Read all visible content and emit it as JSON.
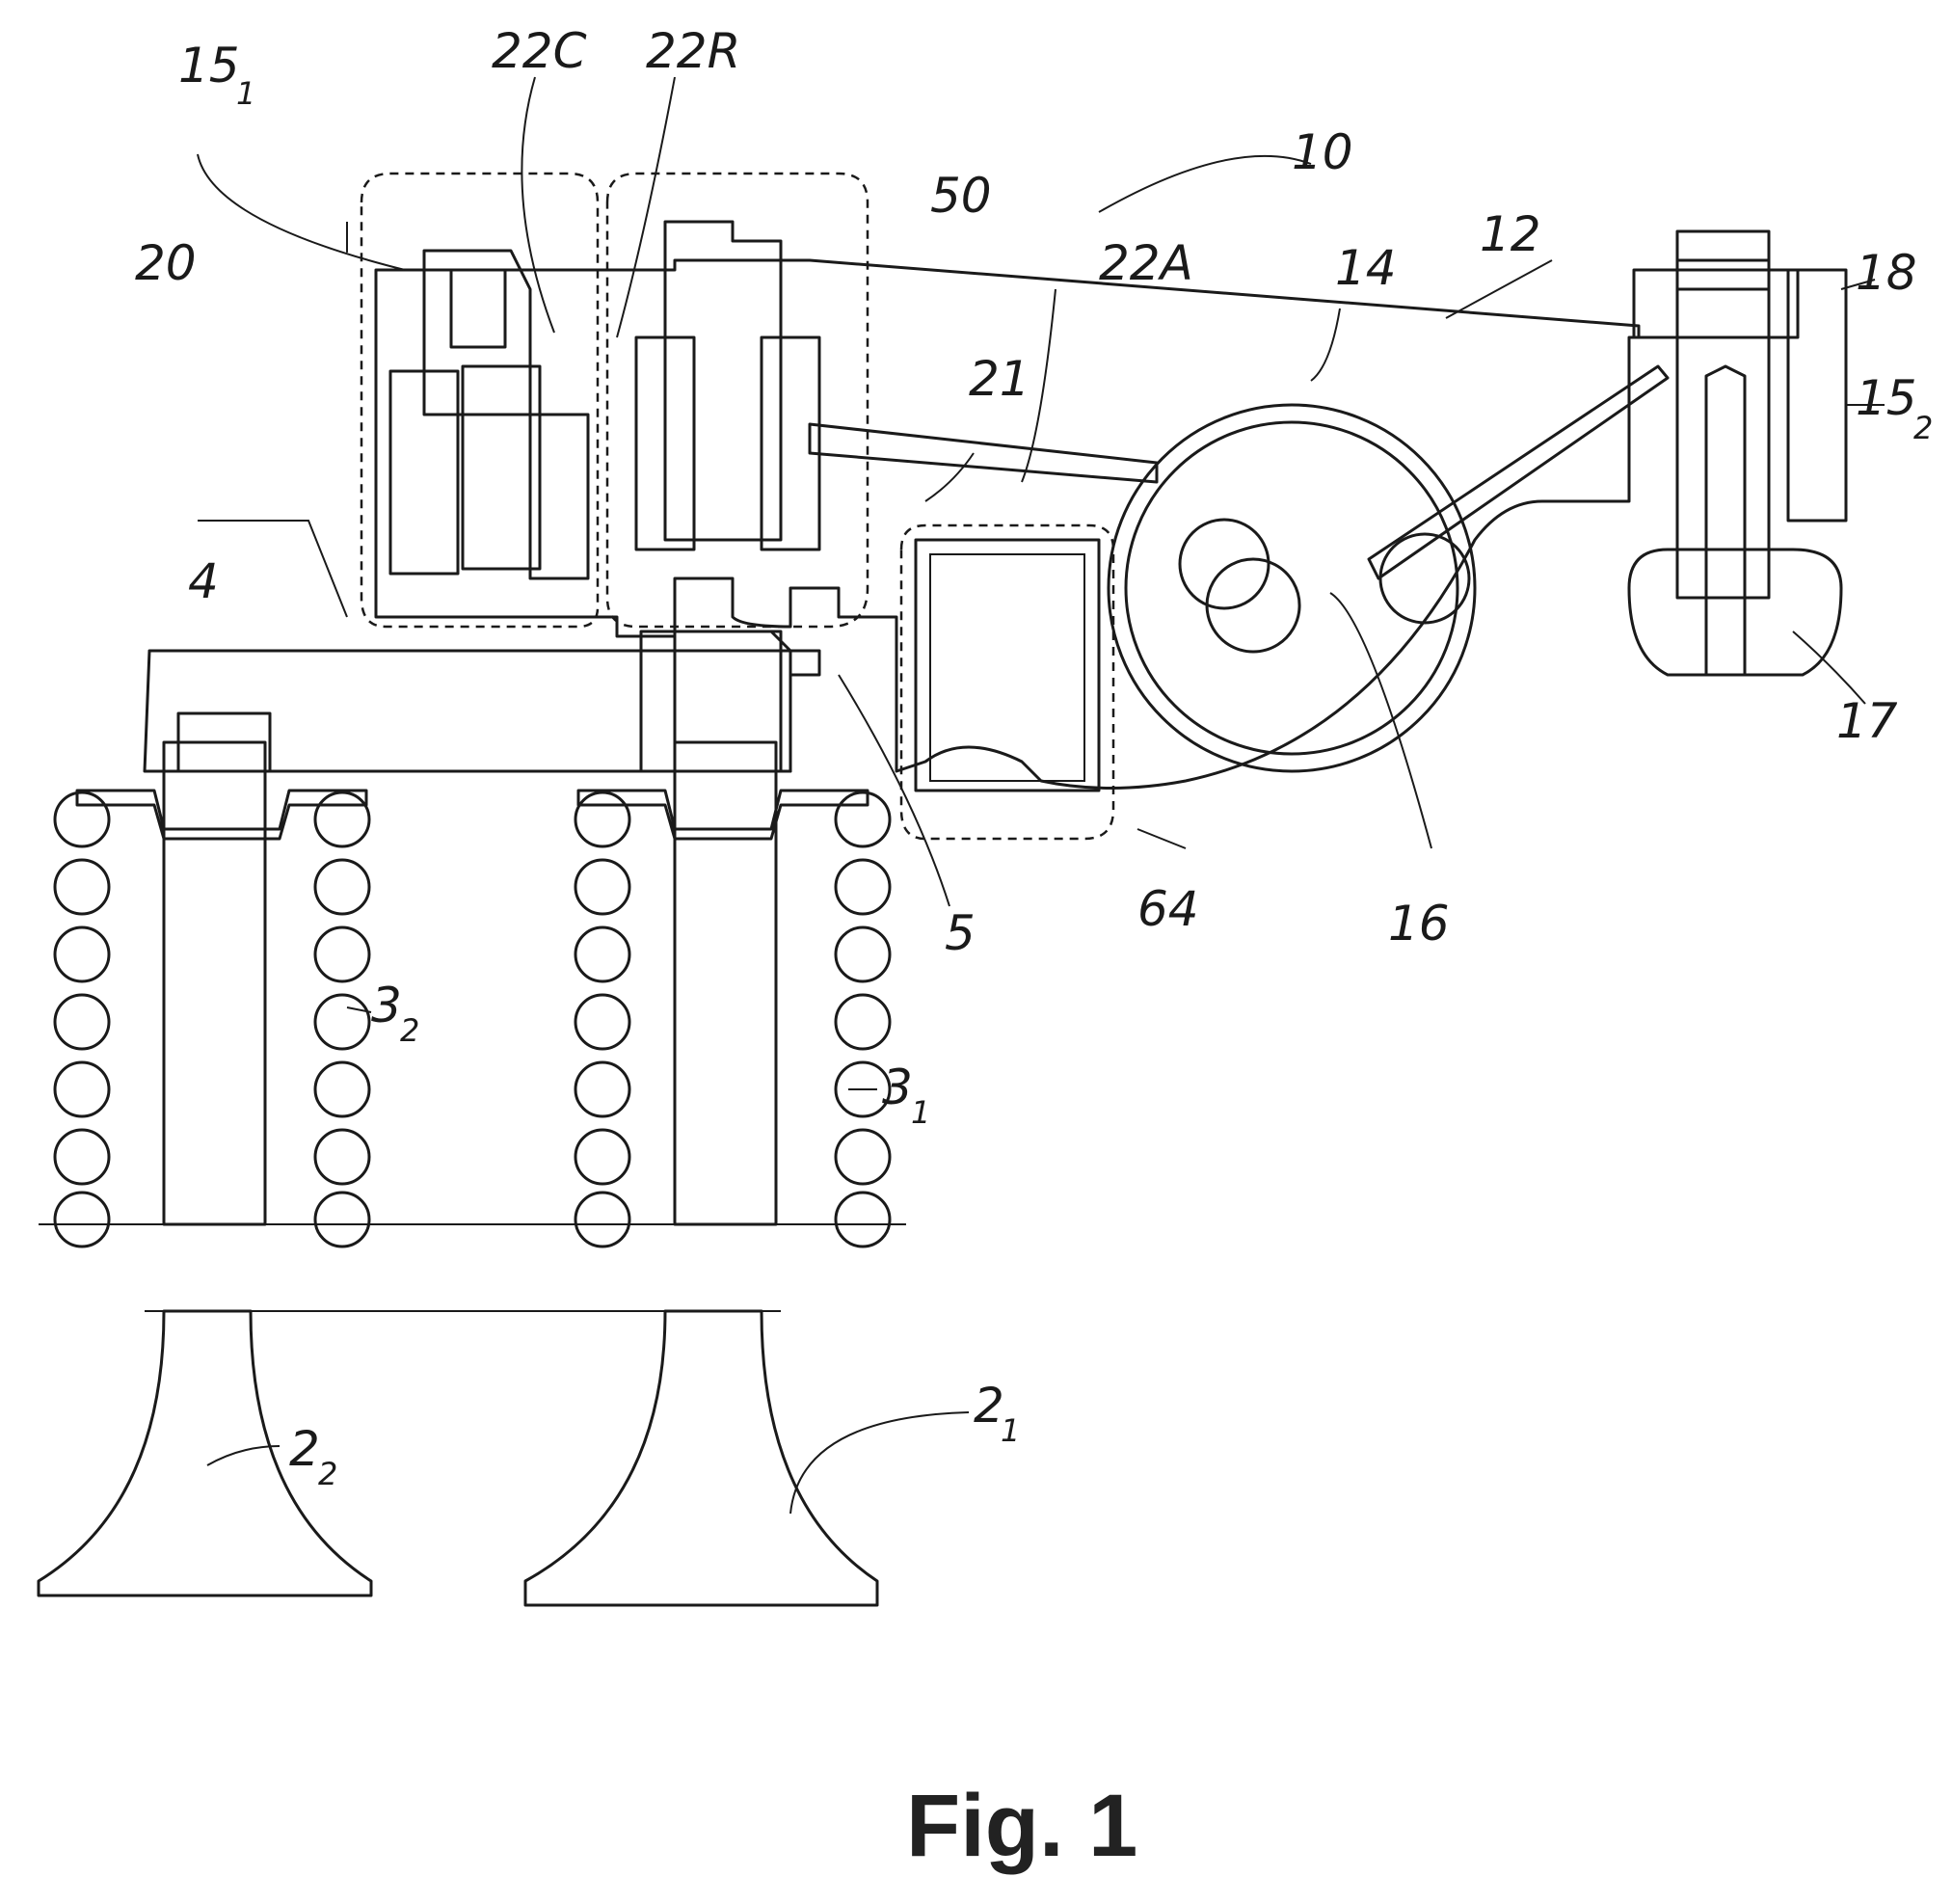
{
  "figure": {
    "caption": "Fig. 1",
    "labels": {
      "l_15_1": "15",
      "l_15_1_sub": "1",
      "l_22C": "22C",
      "l_22R": "22R",
      "l_50": "50",
      "l_10": "10",
      "l_22A": "22A",
      "l_14": "14",
      "l_12": "12",
      "l_18": "18",
      "l_20": "20",
      "l_21": "21",
      "l_15_2": "15",
      "l_15_2_sub": "2",
      "l_4": "4",
      "l_17": "17",
      "l_5": "5",
      "l_64": "64",
      "l_16": "16",
      "l_3_2": "3",
      "l_3_2_sub": "2",
      "l_3_1": "3",
      "l_3_1_sub": "1",
      "l_2_2": "2",
      "l_2_2_sub": "2",
      "l_2_1": "2",
      "l_2_1_sub": "1"
    }
  }
}
